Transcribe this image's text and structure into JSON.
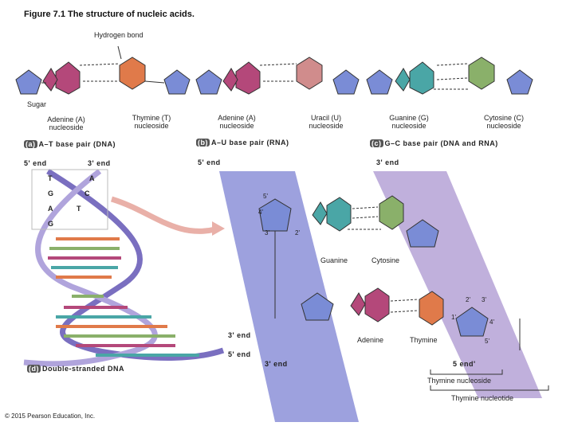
{
  "title": "Figure 7.1  The structure of nucleic acids.",
  "labels": {
    "hydrogen_bond": "Hydrogen bond",
    "sugar": "Sugar",
    "adenine_a_1": "Adenine (A)",
    "nucleoside_1": "nucleoside",
    "thymine_t": "Thymine (T)",
    "nucleoside_2": "nucleoside",
    "adenine_a_2": "Adenine (A)",
    "nucleoside_3": "nucleoside",
    "uracil_u": "Uracil (U)",
    "nucleoside_4": "nucleoside",
    "guanine_g": "Guanine (G)",
    "nucleoside_5": "nucleoside",
    "cytosine_c": "Cytosine (C)",
    "nucleoside_6": "nucleoside",
    "guanine": "Guanine",
    "cytosine": "Cytosine",
    "adenine": "Adenine",
    "thymine": "Thymine",
    "thymine_nucleoside": "Thymine nucleoside",
    "thymine_nucleotide": "Thymine nucleotide"
  },
  "panels": {
    "a_letter": "(a)",
    "a_text": "A–T base pair (DNA)",
    "b_letter": "(b)",
    "b_text": "A–U base pair (RNA)",
    "c_letter": "(c)",
    "c_text": "G–C base pair (DNA and RNA)",
    "d_letter": "(d)",
    "d_text": "Double-stranded DNA"
  },
  "ends": {
    "a_5": "5' end",
    "a_3": "3' end",
    "strand_5_top": "5' end",
    "strand_3_top": "3' end",
    "strand_3_bottom": "3' end",
    "strand_5_bottom": "5' end",
    "strand_3_bottom_left": "3' end",
    "strand_5_bottom_right": "5 end'"
  },
  "ladder": [
    "T",
    "A",
    "G",
    "C",
    "A",
    "T",
    "G"
  ],
  "primes": [
    "5'",
    "4'",
    "3'",
    "2'",
    "1'",
    "2'",
    "3'",
    "4'",
    "5'"
  ],
  "copyright": "© 2015 Pearson Education, Inc.",
  "colors": {
    "adenine": "#b4487a",
    "thymine": "#e07a4a",
    "uracil": "#d08c8c",
    "guanine": "#4aa6a6",
    "cytosine": "#8ab06a",
    "sugar": "#6f86c8",
    "band_blue": "#8c90d8",
    "band_purple": "#b5a2d6"
  }
}
